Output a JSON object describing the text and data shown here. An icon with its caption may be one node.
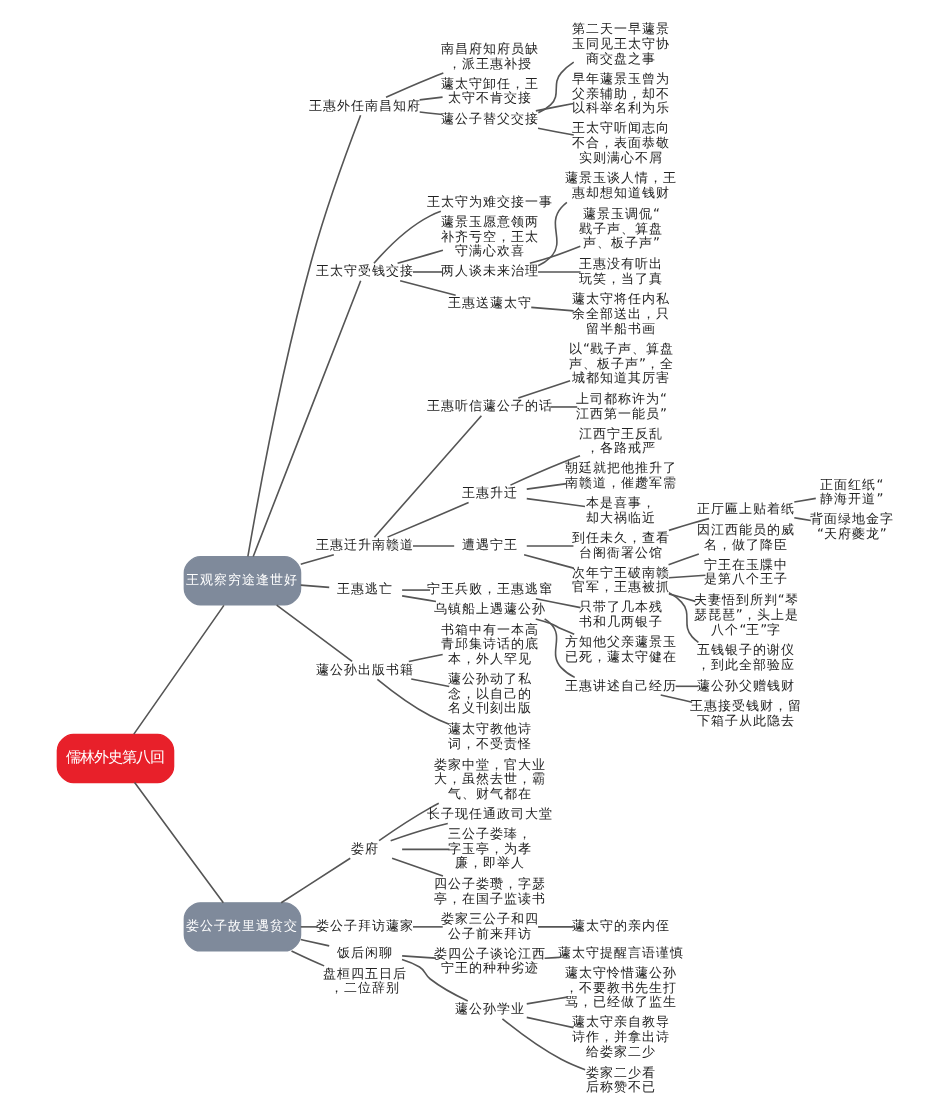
{
  "diagram": {
    "nodes": [
      {
        "text": [
          "儒林外史第八回"
        ]
      },
      {
        "text": [
          "王观察穷途逢世好"
        ]
      },
      {
        "text": [
          "王惠外任南昌知府"
        ]
      },
      {
        "text": [
          "南昌府知府员缺，派王惠补授"
        ]
      },
      {
        "text": [
          "蘧太守卸任，王太守不肯交接"
        ]
      },
      {
        "text": [
          "蘧公子替父交接"
        ]
      },
      {
        "text": [
          "第二天一早蘧景玉同见王太守协商交盘之事"
        ]
      },
      {
        "text": [
          "早年蘧景玉曾为父亲辅助，却不以科举名利为乐"
        ]
      },
      {
        "text": [
          "王太守听闻志向不合，表面恭敬实则满心不屑"
        ]
      },
      {
        "text": [
          "王太守受钱交接"
        ]
      },
      {
        "text": [
          "王太守为难交接一事"
        ]
      },
      {
        "text": [
          "蘧景玉愿意领两补齐亏空，王太守满心欢喜"
        ]
      },
      {
        "text": [
          "两人谈未来治理"
        ]
      },
      {
        "text": [
          "蘧景玉谈人情，王惠却想知道钱财"
        ]
      },
      {
        "text": [
          "蘧景玉调侃“戥子声、算盘声、板子声”"
        ]
      },
      {
        "text": [
          "王惠没有听出玩笑，当了真"
        ]
      },
      {
        "text": [
          "王惠送蘧太守"
        ]
      },
      {
        "text": [
          "蘧太守将任内私余全部送出，只留半船书画"
        ]
      },
      {
        "text": [
          "王惠迁升南赣道"
        ]
      },
      {
        "text": [
          "王惠听信蘧公子的话"
        ]
      },
      {
        "text": [
          "以“戥子声、算盘声、板子声”，全城都知道其厉害"
        ]
      },
      {
        "text": [
          "上司都称许为“江西第一能员”"
        ]
      },
      {
        "text": [
          "王惠升迁"
        ]
      },
      {
        "text": [
          "江西宁王反乱，各路戒严"
        ]
      },
      {
        "text": [
          "朝廷就把他推升了南赣道，催趱军需"
        ]
      },
      {
        "text": [
          "本是喜事，却大祸临近"
        ]
      },
      {
        "text": [
          "遭遇宁王"
        ]
      },
      {
        "text": [
          "到任未久，查看台阁衙署公馆"
        ]
      },
      {
        "text": [
          "正厅匾上贴着纸"
        ]
      },
      {
        "text": [
          "正面红纸“静海开道”"
        ]
      },
      {
        "text": [
          "背面绿地金字“天府夔龙”"
        ]
      },
      {
        "text": [
          "次年宁王破南赣官军，王惠被抓"
        ]
      },
      {
        "text": [
          "因江西能员的威名，做了降臣"
        ]
      },
      {
        "text": [
          "宁王在玉牒中是第八个王子"
        ]
      },
      {
        "text": [
          "夫妻悟到所判“琴瑟琵琶”，头上是八个“王”字"
        ]
      },
      {
        "text": [
          "五钱银子的谢仪，到此全部验应"
        ]
      },
      {
        "text": [
          "王惠逃亡"
        ]
      },
      {
        "text": [
          "宁王兵败，王惠逃窜"
        ]
      },
      {
        "text": [
          "只带了几本残书和几两银子"
        ]
      },
      {
        "text": [
          "乌镇船上遇蘧公孙"
        ]
      },
      {
        "text": [
          "方知他父亲蘧景玉已死，蘧太守健在"
        ]
      },
      {
        "text": [
          "王惠讲述自己经历"
        ]
      },
      {
        "text": [
          "蘧公孙父赠钱财"
        ]
      },
      {
        "text": [
          "王惠接受钱财，留下箱子从此隐去"
        ]
      },
      {
        "text": [
          "蘧公孙出版书籍"
        ]
      },
      {
        "text": [
          "书箱中有一本高青邱集诗话的底本，外人罕见"
        ]
      },
      {
        "text": [
          "蘧公孙动了私念，以自己的名义刊刻出版"
        ]
      },
      {
        "text": [
          "蘧太守教他诗词，不受责怪"
        ]
      },
      {
        "text": [
          "娄公子故里遇贫交"
        ]
      },
      {
        "text": [
          "娄府"
        ]
      },
      {
        "text": [
          "娄家中堂，官大业大，虽然去世，霸气、财气都在"
        ]
      },
      {
        "text": [
          "长子现任通政司大堂"
        ]
      },
      {
        "text": [
          "三公子娄琫，字玉亭，为孝廉，即举人"
        ]
      },
      {
        "text": [
          "四公子娄瓒，字瑟亭，在国子监读书"
        ]
      },
      {
        "text": [
          "娄公子拜访蘧家"
        ]
      },
      {
        "text": [
          "娄家三公子和四公子前来拜访"
        ]
      },
      {
        "text": [
          "蘧太守的亲内侄"
        ]
      },
      {
        "text": [
          "饭后闲聊"
        ]
      },
      {
        "text": [
          "娄四公子谈论江西宁王的种种劣迹"
        ]
      },
      {
        "text": [
          "蘧太守提醒言语谨慎"
        ]
      },
      {
        "text": [
          "蘧公孙学业"
        ]
      },
      {
        "text": [
          "蘧太守怜惜蘧公孙，不要教书先生打骂，已经做了监生"
        ]
      },
      {
        "text": [
          "蘧太守亲自教导诗作，并拿出诗给娄家二少"
        ]
      },
      {
        "text": [
          "娄家二少看后称赞不已"
        ]
      },
      {
        "text": [
          "盘桓四五日后，二位辞别"
        ]
      }
    ],
    "edges": [
      {
        "from": 0,
        "to": 1,
        "arrow": "none"
      },
      {
        "from": 1,
        "to": 2,
        "arrow": "none"
      },
      {
        "from": 2,
        "to": 3,
        "arrow": "none"
      },
      {
        "from": 2,
        "to": 4,
        "arrow": "none"
      },
      {
        "from": 2,
        "to": 5,
        "arrow": "none"
      },
      {
        "from": 5,
        "to": 6,
        "arrow": "none"
      },
      {
        "from": 5,
        "to": 7,
        "arrow": "none"
      },
      {
        "from": 5,
        "to": 8,
        "arrow": "none"
      },
      {
        "from": 1,
        "to": 9,
        "arrow": "none"
      },
      {
        "from": 9,
        "to": 10,
        "arrow": "none"
      },
      {
        "from": 9,
        "to": 11,
        "arrow": "none"
      },
      {
        "from": 9,
        "to": 12,
        "arrow": "none"
      },
      {
        "from": 12,
        "to": 13,
        "arrow": "none"
      },
      {
        "from": 12,
        "to": 14,
        "arrow": "none"
      },
      {
        "from": 12,
        "to": 15,
        "arrow": "none"
      },
      {
        "from": 9,
        "to": 16,
        "arrow": "none"
      },
      {
        "from": 16,
        "to": 17,
        "arrow": "none"
      },
      {
        "from": 1,
        "to": 18,
        "arrow": "none"
      },
      {
        "from": 18,
        "to": 19,
        "arrow": "none"
      },
      {
        "from": 19,
        "to": 20,
        "arrow": "none"
      },
      {
        "from": 19,
        "to": 21,
        "arrow": "none"
      },
      {
        "from": 18,
        "to": 22,
        "arrow": "none"
      },
      {
        "from": 22,
        "to": 23,
        "arrow": "none"
      },
      {
        "from": 22,
        "to": 24,
        "arrow": "none"
      },
      {
        "from": 22,
        "to": 25,
        "arrow": "none"
      },
      {
        "from": 18,
        "to": 26,
        "arrow": "none"
      },
      {
        "from": 26,
        "to": 27,
        "arrow": "none"
      },
      {
        "from": 27,
        "to": 28,
        "arrow": "none"
      },
      {
        "from": 28,
        "to": 29,
        "arrow": "none"
      },
      {
        "from": 28,
        "to": 30,
        "arrow": "none"
      },
      {
        "from": 26,
        "to": 31,
        "arrow": "none"
      },
      {
        "from": 31,
        "to": 32,
        "arrow": "none"
      },
      {
        "from": 31,
        "to": 33,
        "arrow": "none"
      },
      {
        "from": 31,
        "to": 34,
        "arrow": "none"
      },
      {
        "from": 31,
        "to": 35,
        "arrow": "none"
      },
      {
        "from": 1,
        "to": 36,
        "arrow": "none"
      },
      {
        "from": 36,
        "to": 37,
        "arrow": "none"
      },
      {
        "from": 37,
        "to": 38,
        "arrow": "none"
      },
      {
        "from": 36,
        "to": 39,
        "arrow": "none"
      },
      {
        "from": 39,
        "to": 40,
        "arrow": "none"
      },
      {
        "from": 39,
        "to": 41,
        "arrow": "none"
      },
      {
        "from": 41,
        "to": 42,
        "arrow": "none"
      },
      {
        "from": 41,
        "to": 43,
        "arrow": "none"
      },
      {
        "from": 1,
        "to": 44,
        "arrow": "none"
      },
      {
        "from": 44,
        "to": 45,
        "arrow": "none"
      },
      {
        "from": 44,
        "to": 46,
        "arrow": "none"
      },
      {
        "from": 44,
        "to": 47,
        "arrow": "none"
      },
      {
        "from": 0,
        "to": 48,
        "arrow": "none"
      },
      {
        "from": 48,
        "to": 49,
        "arrow": "none"
      },
      {
        "from": 49,
        "to": 50,
        "arrow": "none"
      },
      {
        "from": 49,
        "to": 51,
        "arrow": "none"
      },
      {
        "from": 49,
        "to": 52,
        "arrow": "none"
      },
      {
        "from": 49,
        "to": 53,
        "arrow": "none"
      },
      {
        "from": 48,
        "to": 54,
        "arrow": "none"
      },
      {
        "from": 54,
        "to": 55,
        "arrow": "none"
      },
      {
        "from": 55,
        "to": 56,
        "arrow": "none"
      },
      {
        "from": 48,
        "to": 57,
        "arrow": "none"
      },
      {
        "from": 57,
        "to": 58,
        "arrow": "none"
      },
      {
        "from": 58,
        "to": 59,
        "arrow": "none"
      },
      {
        "from": 57,
        "to": 60,
        "arrow": "none"
      },
      {
        "from": 60,
        "to": 61,
        "arrow": "none"
      },
      {
        "from": 60,
        "to": 62,
        "arrow": "none"
      },
      {
        "from": 60,
        "to": 63,
        "arrow": "none"
      },
      {
        "from": 48,
        "to": 64,
        "arrow": "none"
      }
    ]
  }
}
